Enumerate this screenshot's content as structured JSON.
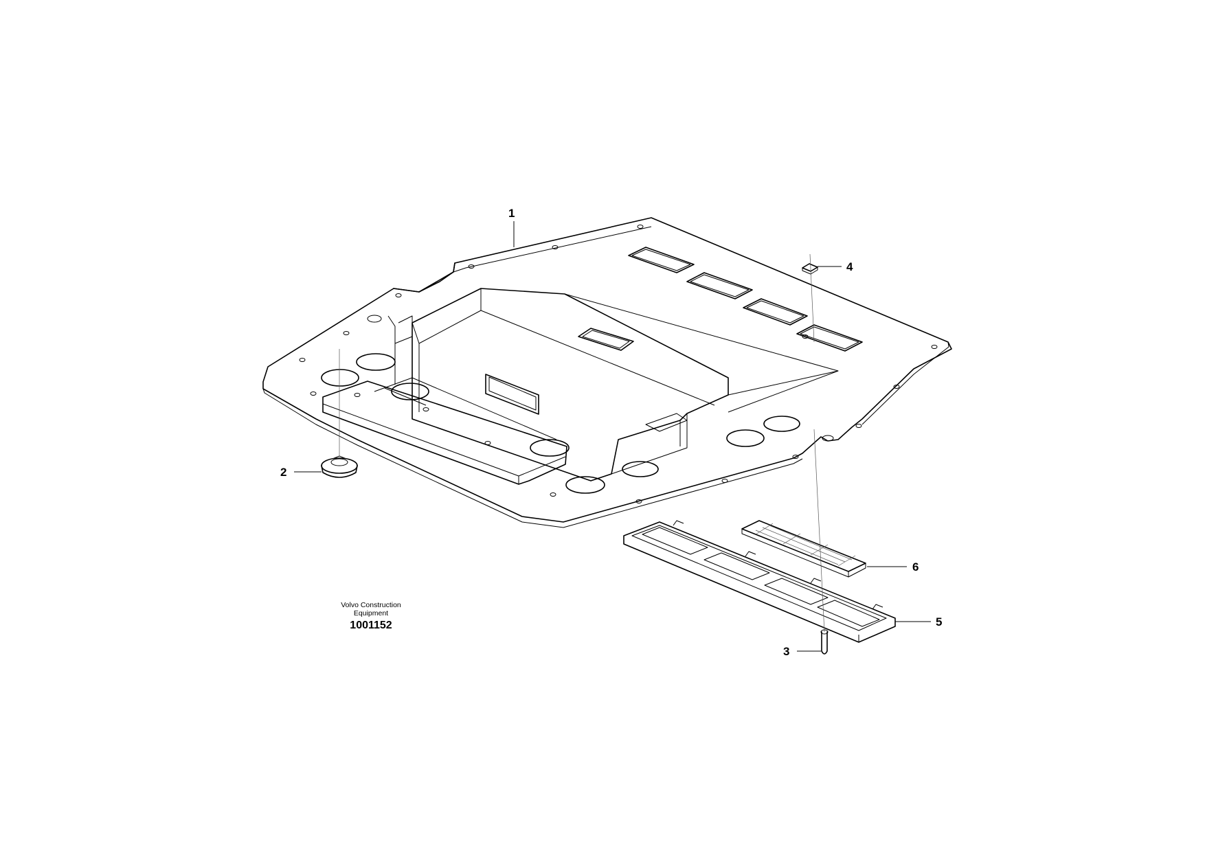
{
  "diagram": {
    "callouts": [
      {
        "id": "1",
        "label": "1"
      },
      {
        "id": "2",
        "label": "2"
      },
      {
        "id": "3",
        "label": "3"
      },
      {
        "id": "4",
        "label": "4"
      },
      {
        "id": "5",
        "label": "5"
      },
      {
        "id": "6",
        "label": "6"
      }
    ],
    "caption": {
      "company_line1": "Volvo Construction",
      "company_line2": "Equipment",
      "figure_number": "1001152"
    }
  }
}
